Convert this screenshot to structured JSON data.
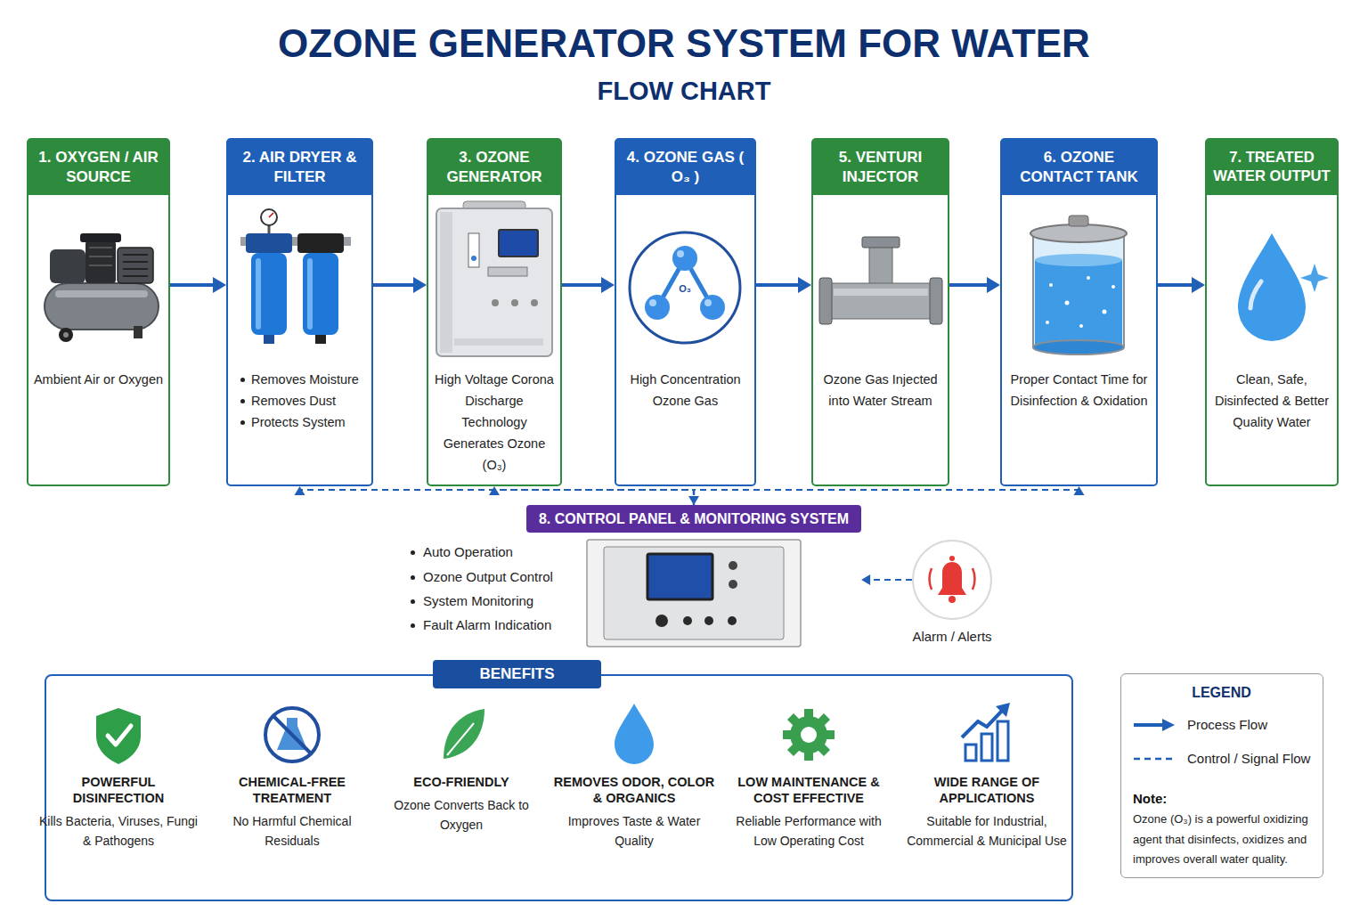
{
  "diagram": {
    "title": "OZONE GENERATOR SYSTEM FOR WATER",
    "nodes": [
      {
        "text": [
          "1. OXYGEN / AIR SOURCE",
          "Ambient Air or Oxygen"
        ]
      },
      {
        "text": [
          "2. AIR DRYER & FILTER",
          "Removes Moisture",
          "Removes Dust",
          "Protects System"
        ]
      },
      {
        "text": [
          "3. OZONE GENERATOR",
          "High Voltage Corona Discharge Technology Generates Ozone (O₃)"
        ]
      },
      {
        "text": [
          "4. OZONE GAS ( O₃ )",
          "High Concentration Ozone Gas"
        ]
      },
      {
        "text": [
          "5. VENTURI INJECTOR",
          "Ozone Gas Injected into Water Stream"
        ]
      },
      {
        "text": [
          "6. OZONE CONTACT TANK",
          "Proper Contact Time for Disinfection & Oxidation"
        ]
      },
      {
        "text": [
          "7. TREATED WATER OUTPUT",
          "Clean, Safe, Disinfected & Better Quality Water"
        ]
      },
      {
        "text": [
          "8. CONTROL PANEL & MONITORING SYSTEM"
        ]
      },
      {
        "text": [
          "Alarm / Alerts"
        ]
      },
      {
        "text": [
          "BENEFITS",
          "POWERFUL DISINFECTION",
          "Kills Bacteria, Viruses, Fungi & Pathogens",
          "CHEMICAL-FREE TREATMENT",
          "No Harmful Chemical Residuals",
          "ECO-FRIENDLY",
          "Ozone Converts Back to Oxygen",
          "REMOVES ODOR, COLOR & ORGANICS",
          "Improves Taste & Water Quality",
          "LOW MAINTENANCE & COST EFFECTIVE",
          "Reliable Performance with Low Operating Cost",
          "WIDE RANGE OF APPLICATIONS",
          "Suitable for Industrial, Commercial & Municipal Use"
        ]
      },
      {
        "text": [
          "LEGEND",
          "Note:",
          "Ozone (O₃) is a powerful oxidizing agent that disinfects, oxidizes and improves overall water quality."
        ]
      }
    ],
    "edges": [
      {
        "from": 0,
        "to": 1,
        "arrow": "to"
      },
      {
        "from": 1,
        "to": 2,
        "arrow": "to"
      },
      {
        "from": 2,
        "to": 3,
        "arrow": "to"
      },
      {
        "from": 3,
        "to": 4,
        "arrow": "to"
      },
      {
        "from": 4,
        "to": 5,
        "arrow": "to"
      },
      {
        "from": 5,
        "to": 6,
        "arrow": "to"
      },
      {
        "from": 7,
        "to": 1,
        "arrow": "to"
      },
      {
        "from": 2,
        "to": 7,
        "arrow": "both"
      },
      {
        "from": 7,
        "to": 5,
        "arrow": "to"
      },
      {
        "from": 8,
        "to": 7,
        "arrow": "to"
      }
    ],
    "labels": [
      "FLOW CHART",
      "O₃",
      "Auto Operation",
      "Ozone Output Control",
      "System Monitoring",
      "Fault Alarm Indication"
    ],
    "legend": [
      {
        "text": "Process Flow"
      },
      {
        "text": "Control / Signal Flow"
      }
    ]
  }
}
